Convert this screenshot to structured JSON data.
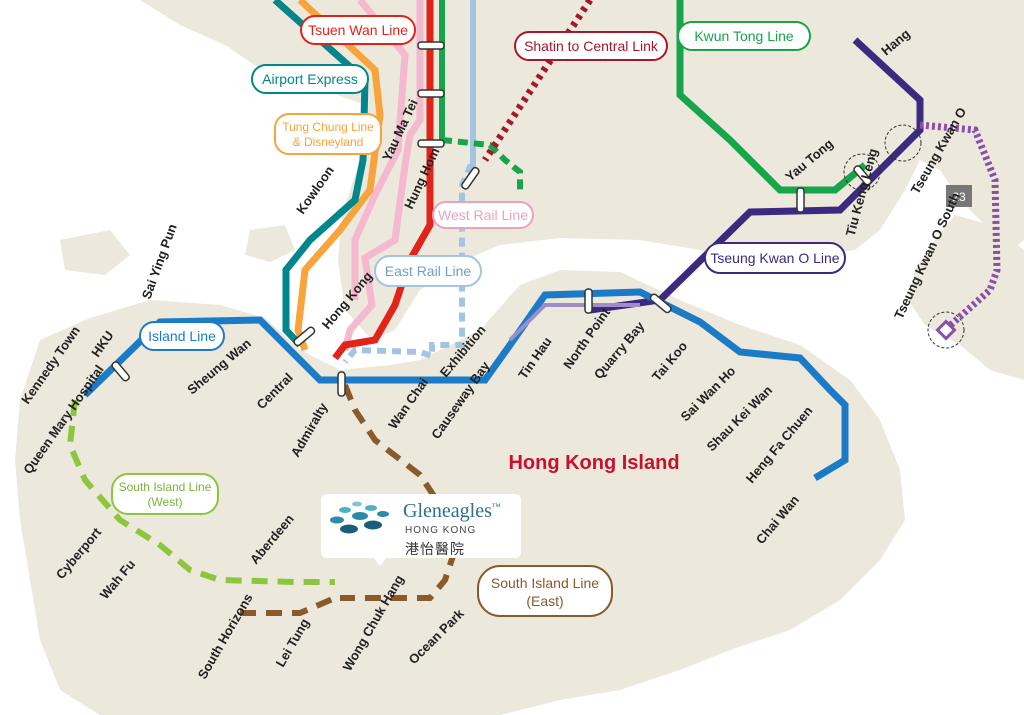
{
  "colors": {
    "land": "#ece8dc",
    "water": "#ffffff",
    "tsuen_wan": "#e2231a",
    "airport_express": "#00868b",
    "tung_chung": "#f7a43c",
    "east_rail": "#f4b8cf",
    "west_rail": "#a4c4e4",
    "kwun_tong": "#16a54b",
    "tseung_kwan_o": "#3b2a7f",
    "island": "#1c7bc7",
    "south_island_west": "#8cc63f",
    "south_island_east": "#8b5a2b",
    "shatin_central": "#a5182b",
    "region_label": "#c8102e"
  },
  "lines": {
    "tsuen_wan": "Tsuen Wan Line",
    "airport_express": "Airport Express",
    "tung_chung": "Tung Chung Line & Disneyland",
    "tung_chung_l1": "Tung Chung Line",
    "tung_chung_l2": "& Disneyland",
    "shatin_central": "Shatin to Central Link",
    "kwun_tong": "Kwun Tong Line",
    "west_rail": "West Rail Line",
    "east_rail": "East Rail Line",
    "tseung_kwan_o": "Tseung Kwan O Line",
    "island": "Island Line",
    "south_island_west_l1": "South Island Line",
    "south_island_west_l2": "(West)",
    "south_island_east_l1": "South Island Line",
    "south_island_east_l2": "(East)"
  },
  "stations": {
    "hang": "Hang",
    "yau_ma_tei": "Yau Ma Tei",
    "hung_hom": "Hung Hom",
    "kowloon": "Kowloon",
    "yau_tong": "Yau Tong",
    "tiu_keng_leng": "Tiu Keng Leng",
    "tseung_kwan_o": "Tseung Kwan O",
    "tseung_kwan_o_south": "Tseung Kwan O South",
    "hong_kong": "Hong Kong",
    "central": "Central",
    "sheung_wan": "Sheung Wan",
    "sai_ying_pun": "Sai Ying Pun",
    "hku": "HKU",
    "kennedy_town": "Kennedy Town",
    "admiralty": "Admiralty",
    "wan_chai": "Wan Chai",
    "causeway_bay": "Causeway Bay",
    "exhibition": "Exhibition",
    "tin_hau": "Tin Hau",
    "north_point": "North Point",
    "quarry_bay": "Quarry Bay",
    "tai_koo": "Tai Koo",
    "sai_wan_ho": "Sai Wan Ho",
    "shau_kei_wan": "Shau Kei Wan",
    "heng_fa_chuen": "Heng Fa Chuen",
    "chai_wan": "Chai Wan",
    "queen_mary_hospital": "Queen Mary Hospital",
    "cyberport": "Cyberport",
    "wah_fu": "Wah Fu",
    "aberdeen": "Aberdeen",
    "south_horizons": "South Horizons",
    "lei_tung": "Lei Tung",
    "wong_chuk_hang": "Wong Chuk Hang",
    "ocean_park": "Ocean Park"
  },
  "region_label": "Hong Kong Island",
  "route_badge": "23",
  "logo": {
    "name": "Gleneagles",
    "tm": "™",
    "sub": "HONG KONG",
    "chinese": "港怡醫院"
  }
}
